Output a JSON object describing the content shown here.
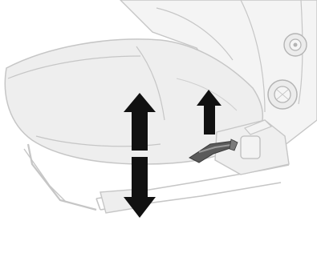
{
  "illustration": {
    "subject": "seat-height-adjustment",
    "colors": {
      "background": "#ffffff",
      "seat_fill": "#eeeeee",
      "seat_fill_light": "#f4f4f4",
      "seat_line": "#c6c6c6",
      "seat_line_dark": "#b4b4b4",
      "arrow_fill": "#111111",
      "lever_fill": "#5a5a5a",
      "lever_highlight": "#9a9a9a"
    },
    "arrows": [
      {
        "name": "raise-seat-arrow",
        "direction": "up"
      },
      {
        "name": "lower-seat-arrow",
        "direction": "down"
      },
      {
        "name": "lever-pull-arrow",
        "direction": "up"
      }
    ]
  }
}
